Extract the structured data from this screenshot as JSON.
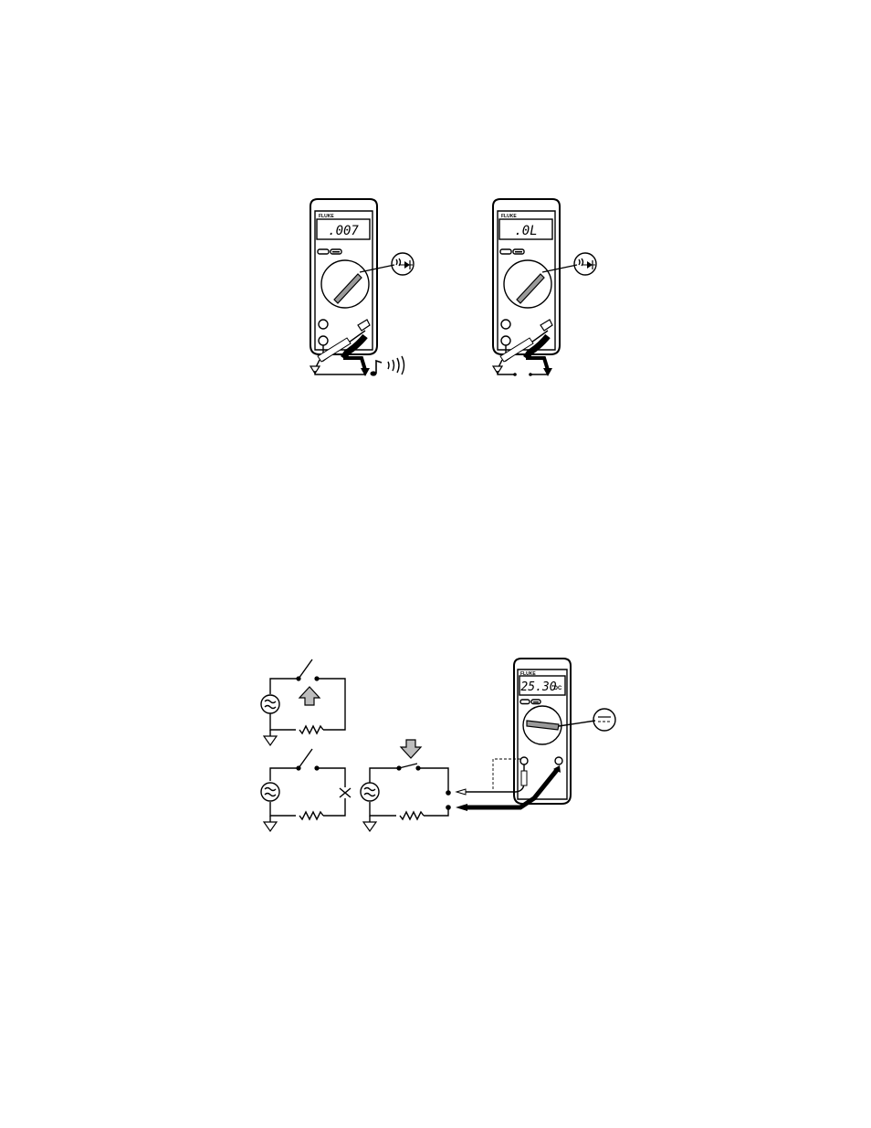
{
  "figure_continuity": {
    "meter_short": {
      "brand": "FLUKE",
      "display": ".007"
    },
    "meter_open": {
      "brand": "FLUKE",
      "display": ".0L"
    }
  },
  "figure_voltage": {
    "meter": {
      "brand": "FLUKE",
      "display": "25.30",
      "unit": "DC"
    }
  },
  "icons": [
    "continuity-diode-callout",
    "beeper-icon",
    "dc-volts-callout",
    "ground-icon",
    "ac-source-icon",
    "resistor-icon",
    "switch-icon",
    "arrow-up-icon",
    "arrow-down-icon"
  ],
  "colors": {
    "ink": "#000000",
    "paper": "#ffffff",
    "dial_pointer": "#999999",
    "arrow_fill": "#bdbdbd"
  }
}
